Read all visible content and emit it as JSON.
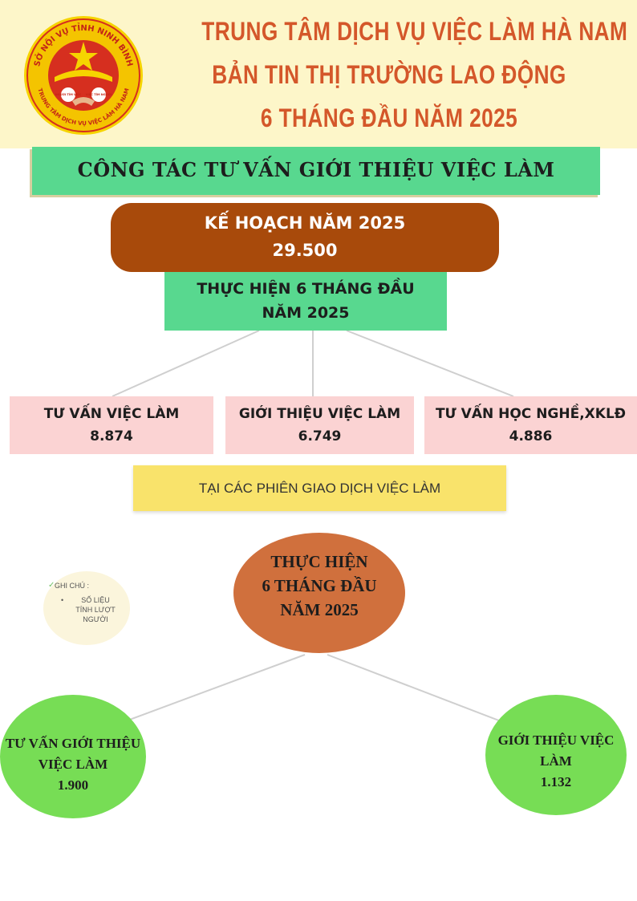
{
  "header": {
    "logo_text_top": "SỞ NỘI VỤ TỈNH NINH BÌNH",
    "logo_text_bottom": "TRUNG TÂM DỊCH VỤ VIỆC LÀM HÀ NAM",
    "logo_left_label": "NGƯỜI TÌM VIỆC",
    "logo_right_label": "VIỆC TÌM NGƯỜI",
    "title_line1": "TRUNG TÂM DỊCH VỤ VIỆC LÀM HÀ NAM",
    "title_line2": "BẢN TIN THỊ TRƯỜNG LAO ĐỘNG",
    "title_line3": "6 THÁNG ĐẦU NĂM 2025"
  },
  "section_title": "CÔNG TÁC TƯ VẤN GIỚI THIỆU VIỆC LÀM",
  "plan": {
    "label": "KẾ HOẠCH NĂM 2025",
    "value": "29.500"
  },
  "done": {
    "line1": "THỰC HIỆN 6 THÁNG ĐẦU",
    "line2": "NĂM 2025"
  },
  "results": [
    {
      "label": "TƯ VẤN VIỆC LÀM",
      "value": "8.874"
    },
    {
      "label": "GIỚI THIỆU VIỆC LÀM",
      "value": "6.749"
    },
    {
      "label": "TƯ VẤN HỌC NGHỀ,XKLĐ",
      "value": "4.886"
    }
  ],
  "sessions_banner": "TẠI CÁC PHIÊN GIAO DỊCH VIỆC LÀM",
  "note": {
    "title": "GHI CHÚ :",
    "bullet": "•",
    "line1": "SỐ LIỆU",
    "line2": "TÍNH LƯỢT",
    "line3": "NGƯỜI"
  },
  "center": {
    "line1": "THỰC HIỆN",
    "line2": "6 THÁNG ĐẦU",
    "line3": "NĂM 2025"
  },
  "sessions": [
    {
      "line1": "TƯ VẤN GIỚI THIỆU",
      "line2": "VIỆC LÀM",
      "value": "1.900"
    },
    {
      "line1": "GIỚI THIỆU VIỆC",
      "line2": "LÀM",
      "value": "1.132"
    }
  ],
  "colors": {
    "header_bg": "#fdf6c9",
    "title_orange": "#d4572a",
    "green_banner": "#58d88f",
    "plan_brown": "#a84a0b",
    "pink": "#fbd3d3",
    "yellow": "#f9e36b",
    "center_orange": "#d0703d",
    "green_circle": "#77dd55",
    "logo_red": "#d62f1f",
    "logo_yellow": "#f6d400"
  }
}
